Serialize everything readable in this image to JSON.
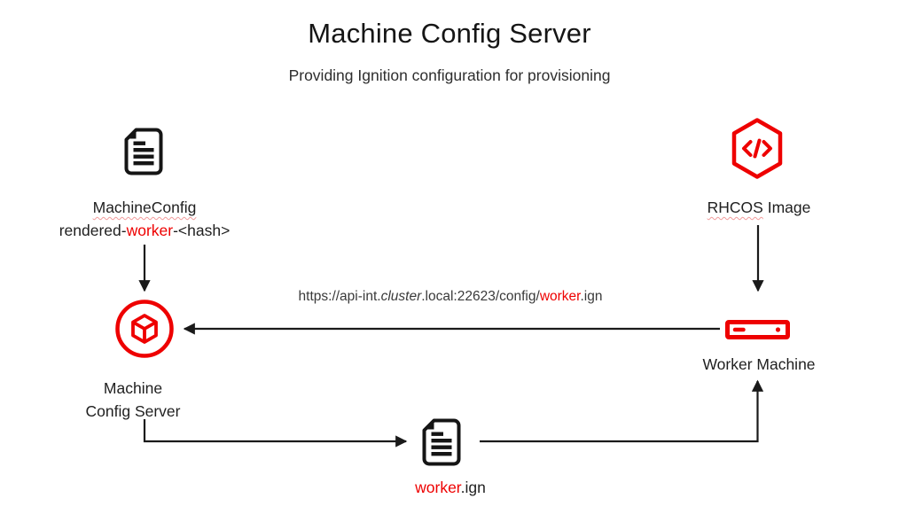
{
  "header": {
    "title": "Machine Config Server",
    "subtitle": "Providing Ignition configuration for provisioning"
  },
  "colors": {
    "accent_red": "#ee0000",
    "ink": "#1a1a1a",
    "wavy_underline": "#f19c9c"
  },
  "nodes": {
    "machineconfig": {
      "icon": "document-icon",
      "label": "MachineConfig",
      "sub_prefix": "rendered-",
      "sub_highlight": "worker",
      "sub_suffix": "-<hash>"
    },
    "rhcos": {
      "icon": "code-hexagon-icon",
      "label_highlighted": "RHCOS",
      "label_rest": " Image"
    },
    "machine_config_server": {
      "icon": "cube-circle-icon",
      "label_line1": "Machine",
      "label_line2": "Config Server"
    },
    "worker_machine": {
      "icon": "server-icon",
      "label": "Worker Machine"
    },
    "worker_ign": {
      "icon": "document-icon",
      "label_highlight": "worker",
      "label_suffix": ".ign"
    }
  },
  "url": {
    "prefix": "https://api-int.",
    "cluster_placeholder": "cluster",
    "middle": ".local:22623/config/",
    "highlight": "worker",
    "suffix": ".ign"
  }
}
